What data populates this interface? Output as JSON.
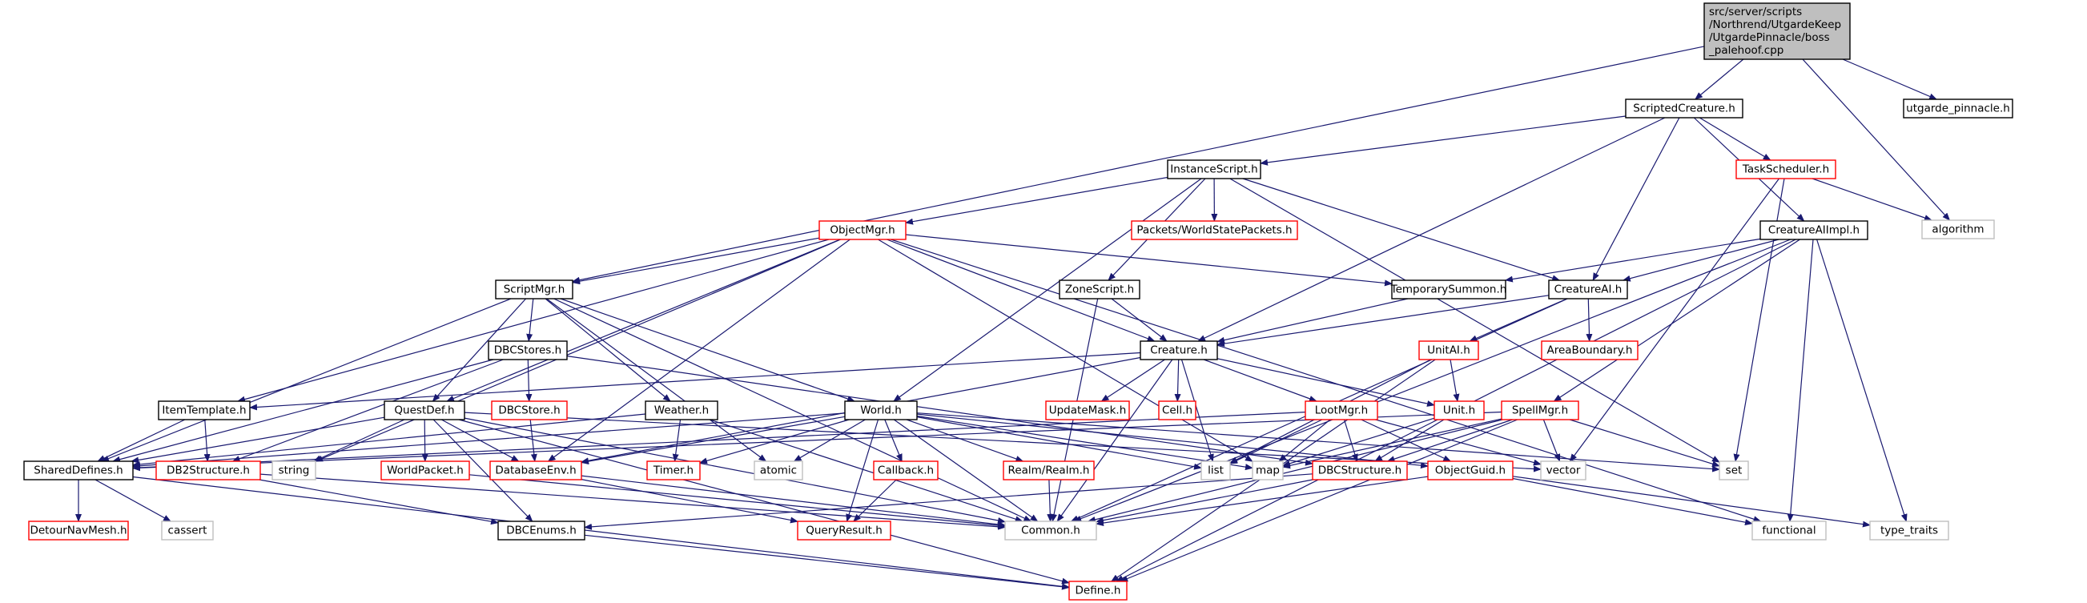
{
  "colors": {
    "root_fill": "#bfbfbf",
    "border_black": "#000000",
    "border_red": "#ff0000",
    "border_gray": "#bfbfbf",
    "edge": "#191970",
    "text": "#000000"
  },
  "nodes": {
    "root": {
      "lines": [
        "src/server/scripts",
        "/Northrend/UtgardeKeep",
        "/UtgardePinnacle/boss",
        "_palehoof.cpp"
      ],
      "style": "root"
    },
    "scriptedcreature": {
      "lines": [
        "ScriptedCreature.h"
      ],
      "style": "black"
    },
    "utgarde_pinnacle": {
      "lines": [
        "utgarde_pinnacle.h"
      ],
      "style": "black"
    },
    "instancescript": {
      "lines": [
        "InstanceScript.h"
      ],
      "style": "black"
    },
    "taskscheduler": {
      "lines": [
        "TaskScheduler.h"
      ],
      "style": "red"
    },
    "algorithm": {
      "lines": [
        "algorithm"
      ],
      "style": "gray"
    },
    "objectmgr": {
      "lines": [
        "ObjectMgr.h"
      ],
      "style": "red"
    },
    "packets": {
      "lines": [
        "Packets/WorldStatePackets.h"
      ],
      "style": "red"
    },
    "creatureaiimpl": {
      "lines": [
        "CreatureAIImpl.h"
      ],
      "style": "black"
    },
    "scriptmgr": {
      "lines": [
        "ScriptMgr.h"
      ],
      "style": "black"
    },
    "zonescript": {
      "lines": [
        "ZoneScript.h"
      ],
      "style": "black"
    },
    "temporarysummon": {
      "lines": [
        "TemporarySummon.h"
      ],
      "style": "black"
    },
    "creatureai": {
      "lines": [
        "CreatureAI.h"
      ],
      "style": "black"
    },
    "dbcstores": {
      "lines": [
        "DBCStores.h"
      ],
      "style": "black"
    },
    "creature": {
      "lines": [
        "Creature.h"
      ],
      "style": "black"
    },
    "unitai": {
      "lines": [
        "UnitAI.h"
      ],
      "style": "red"
    },
    "areaboundary": {
      "lines": [
        "AreaBoundary.h"
      ],
      "style": "red"
    },
    "itemtemplate": {
      "lines": [
        "ItemTemplate.h"
      ],
      "style": "black"
    },
    "questdef": {
      "lines": [
        "QuestDef.h"
      ],
      "style": "black"
    },
    "dbcstore": {
      "lines": [
        "DBCStore.h"
      ],
      "style": "red"
    },
    "weather": {
      "lines": [
        "Weather.h"
      ],
      "style": "black"
    },
    "world": {
      "lines": [
        "World.h"
      ],
      "style": "black"
    },
    "updatemask": {
      "lines": [
        "UpdateMask.h"
      ],
      "style": "red"
    },
    "cell": {
      "lines": [
        "Cell.h"
      ],
      "style": "red"
    },
    "lootmgr": {
      "lines": [
        "LootMgr.h"
      ],
      "style": "red"
    },
    "unit": {
      "lines": [
        "Unit.h"
      ],
      "style": "red"
    },
    "spellmgr": {
      "lines": [
        "SpellMgr.h"
      ],
      "style": "red"
    },
    "shareddefines": {
      "lines": [
        "SharedDefines.h"
      ],
      "style": "black"
    },
    "db2structure": {
      "lines": [
        "DB2Structure.h"
      ],
      "style": "red"
    },
    "string": {
      "lines": [
        "string"
      ],
      "style": "gray"
    },
    "worldpacket": {
      "lines": [
        "WorldPacket.h"
      ],
      "style": "red"
    },
    "databaseenv": {
      "lines": [
        "DatabaseEnv.h"
      ],
      "style": "red"
    },
    "timer": {
      "lines": [
        "Timer.h"
      ],
      "style": "red"
    },
    "atomic": {
      "lines": [
        "atomic"
      ],
      "style": "gray"
    },
    "callback": {
      "lines": [
        "Callback.h"
      ],
      "style": "red"
    },
    "realm": {
      "lines": [
        "Realm/Realm.h"
      ],
      "style": "red"
    },
    "list": {
      "lines": [
        "list"
      ],
      "style": "gray"
    },
    "map": {
      "lines": [
        "map"
      ],
      "style": "gray"
    },
    "dbcstructure": {
      "lines": [
        "DBCStructure.h"
      ],
      "style": "red"
    },
    "objectguid": {
      "lines": [
        "ObjectGuid.h"
      ],
      "style": "red"
    },
    "vector": {
      "lines": [
        "vector"
      ],
      "style": "gray"
    },
    "set": {
      "lines": [
        "set"
      ],
      "style": "gray"
    },
    "functional": {
      "lines": [
        "functional"
      ],
      "style": "gray"
    },
    "type_traits": {
      "lines": [
        "type_traits"
      ],
      "style": "gray"
    },
    "detournavmesh": {
      "lines": [
        "DetourNavMesh.h"
      ],
      "style": "red"
    },
    "cassert": {
      "lines": [
        "cassert"
      ],
      "style": "gray"
    },
    "dbcenums": {
      "lines": [
        "DBCEnums.h"
      ],
      "style": "black"
    },
    "queryresult": {
      "lines": [
        "QueryResult.h"
      ],
      "style": "red"
    },
    "common": {
      "lines": [
        "Common.h"
      ],
      "style": "gray"
    },
    "define": {
      "lines": [
        "Define.h"
      ],
      "style": "red"
    }
  },
  "edges": [
    [
      "root",
      "scriptedcreature"
    ],
    [
      "root",
      "utgarde_pinnacle"
    ],
    [
      "root",
      "scriptmgr"
    ],
    [
      "root",
      "algorithm"
    ],
    [
      "scriptedcreature",
      "instancescript"
    ],
    [
      "scriptedcreature",
      "taskscheduler"
    ],
    [
      "scriptedcreature",
      "creatureaiimpl"
    ],
    [
      "scriptedcreature",
      "creature"
    ],
    [
      "scriptedcreature",
      "creatureai"
    ],
    [
      "taskscheduler",
      "algorithm"
    ],
    [
      "taskscheduler",
      "set"
    ],
    [
      "taskscheduler",
      "vector"
    ],
    [
      "instancescript",
      "objectmgr"
    ],
    [
      "instancescript",
      "packets"
    ],
    [
      "instancescript",
      "zonescript"
    ],
    [
      "instancescript",
      "world"
    ],
    [
      "instancescript",
      "creatureai"
    ],
    [
      "instancescript",
      "set"
    ],
    [
      "objectmgr",
      "scriptmgr"
    ],
    [
      "objectmgr",
      "itemtemplate"
    ],
    [
      "objectmgr",
      "questdef"
    ],
    [
      "objectmgr",
      "databaseenv"
    ],
    [
      "objectmgr",
      "string"
    ],
    [
      "objectmgr",
      "temporarysummon"
    ],
    [
      "objectmgr",
      "creature"
    ],
    [
      "objectmgr",
      "map"
    ],
    [
      "objectmgr",
      "functional"
    ],
    [
      "creatureaiimpl",
      "creatureai"
    ],
    [
      "creatureaiimpl",
      "temporarysummon"
    ],
    [
      "creatureaiimpl",
      "spellmgr"
    ],
    [
      "creatureaiimpl",
      "common"
    ],
    [
      "creatureaiimpl",
      "functional"
    ],
    [
      "creatureaiimpl",
      "type_traits"
    ],
    [
      "creatureaiimpl",
      "define"
    ],
    [
      "scriptmgr",
      "dbcstores"
    ],
    [
      "scriptmgr",
      "questdef"
    ],
    [
      "scriptmgr",
      "weather"
    ],
    [
      "scriptmgr",
      "world"
    ],
    [
      "scriptmgr",
      "shareddefines"
    ],
    [
      "scriptmgr",
      "atomic"
    ],
    [
      "scriptmgr",
      "common"
    ],
    [
      "zonescript",
      "creature"
    ],
    [
      "zonescript",
      "common"
    ],
    [
      "temporarysummon",
      "creature"
    ],
    [
      "creatureai",
      "creature"
    ],
    [
      "creatureai",
      "unitai"
    ],
    [
      "creatureai",
      "areaboundary"
    ],
    [
      "creatureai",
      "common"
    ],
    [
      "dbcstores",
      "dbcstore"
    ],
    [
      "dbcstores",
      "db2structure"
    ],
    [
      "dbcstores",
      "shareddefines"
    ],
    [
      "dbcstores",
      "dbcstructure"
    ],
    [
      "creature",
      "itemtemplate"
    ],
    [
      "creature",
      "updatemask"
    ],
    [
      "creature",
      "cell"
    ],
    [
      "creature",
      "lootmgr"
    ],
    [
      "creature",
      "unit"
    ],
    [
      "creature",
      "databaseenv"
    ],
    [
      "creature",
      "list"
    ],
    [
      "creature",
      "common"
    ],
    [
      "unitai",
      "unit"
    ],
    [
      "unitai",
      "list"
    ],
    [
      "unitai",
      "define"
    ],
    [
      "itemtemplate",
      "shareddefines"
    ],
    [
      "itemtemplate",
      "db2structure"
    ],
    [
      "questdef",
      "shareddefines"
    ],
    [
      "questdef",
      "worldpacket"
    ],
    [
      "questdef",
      "databaseenv"
    ],
    [
      "questdef",
      "string"
    ],
    [
      "questdef",
      "dbcenums"
    ],
    [
      "questdef",
      "common"
    ],
    [
      "questdef",
      "define"
    ],
    [
      "questdef",
      "vector"
    ],
    [
      "dbcstore",
      "databaseenv"
    ],
    [
      "weather",
      "shareddefines"
    ],
    [
      "weather",
      "timer"
    ],
    [
      "weather",
      "common"
    ],
    [
      "world",
      "shareddefines"
    ],
    [
      "world",
      "timer"
    ],
    [
      "world",
      "atomic"
    ],
    [
      "world",
      "callback"
    ],
    [
      "world",
      "realm"
    ],
    [
      "world",
      "queryresult"
    ],
    [
      "world",
      "common"
    ],
    [
      "world",
      "list"
    ],
    [
      "world",
      "map"
    ],
    [
      "world",
      "set"
    ],
    [
      "world",
      "objectguid"
    ],
    [
      "world",
      "databaseenv"
    ],
    [
      "lootmgr",
      "objectguid"
    ],
    [
      "lootmgr",
      "dbcstructure"
    ],
    [
      "lootmgr",
      "list"
    ],
    [
      "lootmgr",
      "map"
    ],
    [
      "lootmgr",
      "vector"
    ],
    [
      "lootmgr",
      "shareddefines"
    ],
    [
      "unit",
      "dbcstructure"
    ],
    [
      "unit",
      "map"
    ],
    [
      "spellmgr",
      "dbcstructure"
    ],
    [
      "spellmgr",
      "map"
    ],
    [
      "spellmgr",
      "vector"
    ],
    [
      "spellmgr",
      "set"
    ],
    [
      "spellmgr",
      "shareddefines"
    ],
    [
      "spellmgr",
      "common"
    ],
    [
      "spellmgr",
      "define"
    ],
    [
      "shareddefines",
      "detournavmesh"
    ],
    [
      "shareddefines",
      "cassert"
    ],
    [
      "shareddefines",
      "define"
    ],
    [
      "db2structure",
      "dbcenums"
    ],
    [
      "db2structure",
      "common"
    ],
    [
      "worldpacket",
      "common"
    ],
    [
      "databaseenv",
      "queryresult"
    ],
    [
      "databaseenv",
      "common"
    ],
    [
      "callback",
      "queryresult"
    ],
    [
      "realm",
      "common"
    ],
    [
      "dbcstructure",
      "dbcenums"
    ],
    [
      "dbcstructure",
      "common"
    ],
    [
      "objectguid",
      "common"
    ],
    [
      "objectguid",
      "functional"
    ],
    [
      "objectguid",
      "type_traits"
    ],
    [
      "dbcenums",
      "define"
    ]
  ]
}
